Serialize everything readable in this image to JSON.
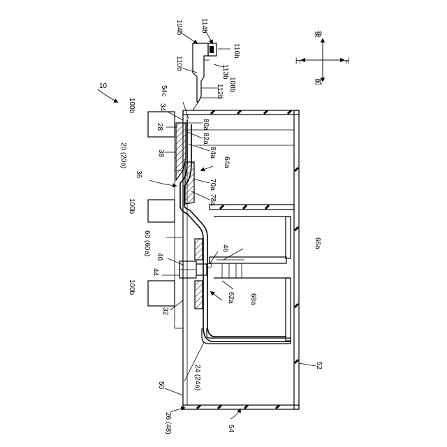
{
  "labels": {
    "l10": "10",
    "l104b": "104b",
    "l114b": "114b",
    "l116b": "116b",
    "l110b": "110b",
    "l113b": "113b",
    "l112b": "112b",
    "l108b": "108b",
    "l54c": "54c",
    "l80a": "80a",
    "l82a": "82a",
    "l84a": "84a",
    "l64a": "64a",
    "l70a": "70a",
    "l78a": "78a",
    "l34": "34",
    "l28": "28",
    "l100b_1": "100b",
    "l100b_2": "100b",
    "l100b_3": "100b",
    "l20": "20 (20a)",
    "l38": "38",
    "l36": "36",
    "l60": "60 (60a)",
    "l40": "40",
    "l44": "44",
    "l46": "46",
    "l66a": "66a",
    "l62a": "62a",
    "l68a": "68a",
    "l32": "32",
    "l24": "24 (24a)",
    "l50": "50",
    "l52": "52",
    "l26": "26 (48)",
    "l54": "54"
  },
  "directions": {
    "up": "上",
    "down": "下",
    "front": "前",
    "back": "後"
  }
}
